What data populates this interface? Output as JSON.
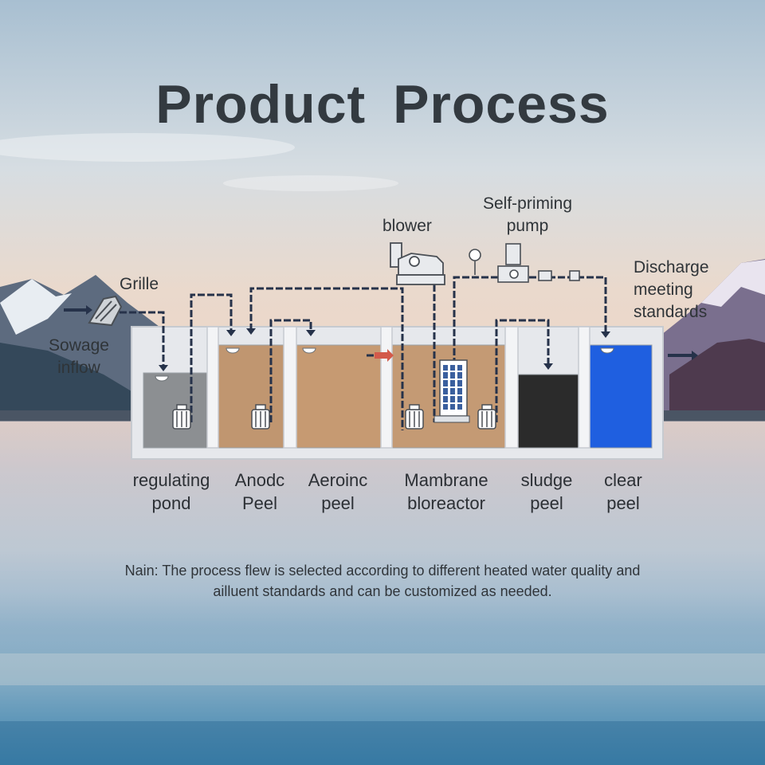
{
  "title": "Product Process",
  "labels": {
    "grille": "Grille",
    "sewage_inflow": [
      "Sowage",
      "inflow"
    ],
    "blower": "blower",
    "pump": [
      "Self-priming",
      "pump"
    ],
    "discharge": [
      "Discharge",
      "meeting",
      "standards"
    ]
  },
  "tanks": [
    {
      "name": [
        "regulating",
        "pond"
      ]
    },
    {
      "name": [
        "Anodc",
        "Peel"
      ]
    },
    {
      "name": [
        "Aeroinc",
        "peel"
      ]
    },
    {
      "name": [
        "Mambrane",
        "bloreactor"
      ]
    },
    {
      "name": [
        "sludge",
        "peel"
      ]
    },
    {
      "name": [
        "clear",
        "peel"
      ]
    }
  ],
  "note": [
    "Nain: The process flew is selected according to different heated water quality and",
    "ailluent standards and can be customized as needed."
  ],
  "colors": {
    "regulating": "#8c8f92",
    "anoxic": "#c09670",
    "aerobic": "#c69a72",
    "mbr": "#c49a74",
    "sludge": "#2b2b2b",
    "clear": "#1f5fe0",
    "pipe": "#26324a"
  }
}
